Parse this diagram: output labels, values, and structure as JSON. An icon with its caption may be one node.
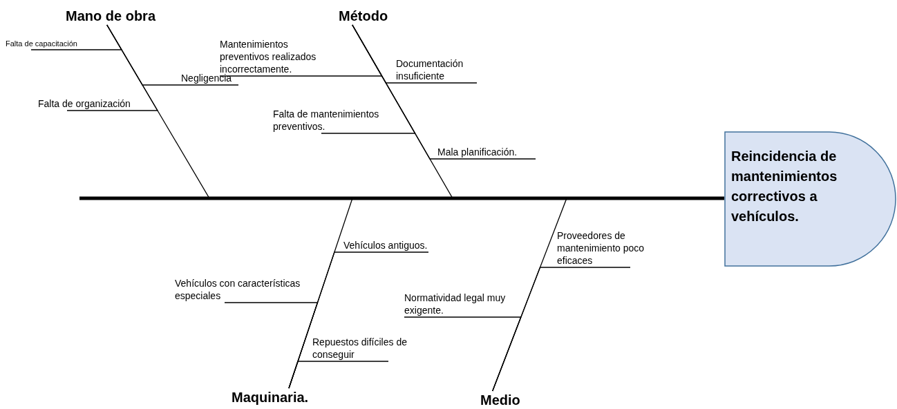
{
  "diagram": {
    "nodes": [
      {
        "text": [
          "Mano de obra"
        ]
      },
      {
        "text": [
          "Método"
        ]
      },
      {
        "text": [
          "Falta de capacitación"
        ]
      },
      {
        "text": [
          "Mantenimientos preventivos realizados incorrectamente."
        ]
      },
      {
        "text": [
          "Documentación insuficiente"
        ]
      },
      {
        "text": [
          "Negligencia"
        ]
      },
      {
        "text": [
          "Falta de organización"
        ]
      },
      {
        "text": [
          "Falta de mantenimientos preventivos."
        ]
      },
      {
        "text": [
          "Mala planificación."
        ]
      },
      {
        "text": [
          "Reincidencia de mantenimientos correctivos a vehículos."
        ]
      },
      {
        "text": [
          "Proveedores de mantenimiento poco eficaces"
        ]
      },
      {
        "text": [
          "Vehículos antiguos."
        ]
      },
      {
        "text": [
          "Vehículos con características especiales"
        ]
      },
      {
        "text": [
          "Normatividad legal muy exigente."
        ]
      },
      {
        "text": [
          "Repuestos difíciles de conseguir"
        ]
      },
      {
        "text": [
          "Maquinaria."
        ]
      },
      {
        "text": [
          "Medio"
        ]
      }
    ],
    "edges": [
      {
        "from": 2,
        "to": 0,
        "arrow": "none"
      },
      {
        "from": 5,
        "to": 0,
        "arrow": "none"
      },
      {
        "from": 6,
        "to": 0,
        "arrow": "none"
      },
      {
        "from": 3,
        "to": 1,
        "arrow": "none"
      },
      {
        "from": 4,
        "to": 1,
        "arrow": "none"
      },
      {
        "from": 7,
        "to": 1,
        "arrow": "none"
      },
      {
        "from": 8,
        "to": 1,
        "arrow": "none"
      },
      {
        "from": 11,
        "to": 15,
        "arrow": "none"
      },
      {
        "from": 12,
        "to": 15,
        "arrow": "none"
      },
      {
        "from": 14,
        "to": 15,
        "arrow": "none"
      },
      {
        "from": 10,
        "to": 16,
        "arrow": "none"
      },
      {
        "from": 13,
        "to": 16,
        "arrow": "none"
      },
      {
        "from": 0,
        "to": 9,
        "arrow": "none"
      },
      {
        "from": 1,
        "to": 9,
        "arrow": "none"
      },
      {
        "from": 15,
        "to": 9,
        "arrow": "none"
      },
      {
        "from": 16,
        "to": 9,
        "arrow": "none"
      }
    ]
  }
}
